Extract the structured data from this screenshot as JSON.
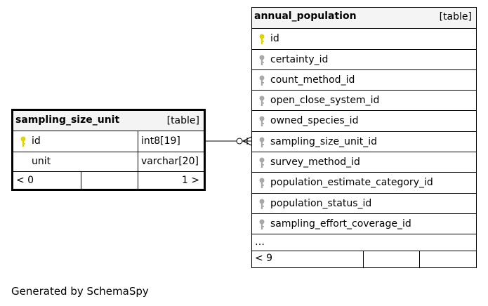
{
  "colors": {
    "pk": "#e0d400",
    "fk": "#a8a8a8",
    "header_bg": "#f4f4f4"
  },
  "sampling_size_unit": {
    "name": "sampling_size_unit",
    "kind": "[table]",
    "columns": [
      {
        "name": "id",
        "type": "int8[19]",
        "key": "primary-key-icon"
      },
      {
        "name": "unit",
        "type": "varchar[20]",
        "key": ""
      }
    ],
    "footer": {
      "parents": "< 0",
      "children": "1 >"
    }
  },
  "annual_population": {
    "name": "annual_population",
    "kind": "[table]",
    "columns": [
      {
        "name": "id",
        "key": "primary-key-icon"
      },
      {
        "name": "certainty_id",
        "key": "foreign-key-icon"
      },
      {
        "name": "count_method_id",
        "key": "foreign-key-icon"
      },
      {
        "name": "open_close_system_id",
        "key": "foreign-key-icon"
      },
      {
        "name": "owned_species_id",
        "key": "foreign-key-icon"
      },
      {
        "name": "sampling_size_unit_id",
        "key": "foreign-key-icon"
      },
      {
        "name": "survey_method_id",
        "key": "foreign-key-icon"
      },
      {
        "name": "population_estimate_category_id",
        "key": "foreign-key-icon"
      },
      {
        "name": "population_status_id",
        "key": "foreign-key-icon"
      },
      {
        "name": "sampling_effort_coverage_id",
        "key": "foreign-key-icon"
      }
    ],
    "more": "…",
    "footer": {
      "parents": "< 9"
    }
  },
  "generated_by": "Generated by SchemaSpy"
}
